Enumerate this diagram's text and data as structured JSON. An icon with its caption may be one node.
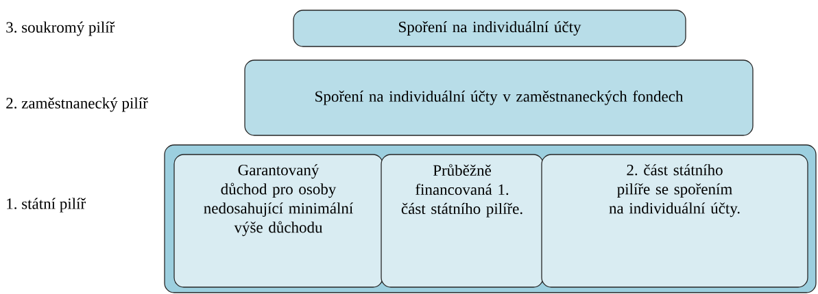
{
  "diagram": {
    "nodes": [
      {
        "text": [
          "Spoření na individuální účty"
        ]
      },
      {
        "text": [
          "Spoření na individuální účty v zaměstnaneckých fondech"
        ]
      },
      {
        "text": [],
        "shape": "box"
      },
      {
        "text": [
          "Garantovaný důchod pro osoby nedosahující minimální výše důchodu"
        ],
        "in": 2
      },
      {
        "text": [
          "Průběžně financovaná 1. část státního pilíře."
        ],
        "in": 2
      },
      {
        "text": [
          "2. část státního pilíře se spořením na individuální účty."
        ],
        "in": 2
      }
    ],
    "labels": [
      "3. soukromý pilíř",
      "2. zaměstnanecký pilíř",
      "1. státní pilíř"
    ]
  }
}
